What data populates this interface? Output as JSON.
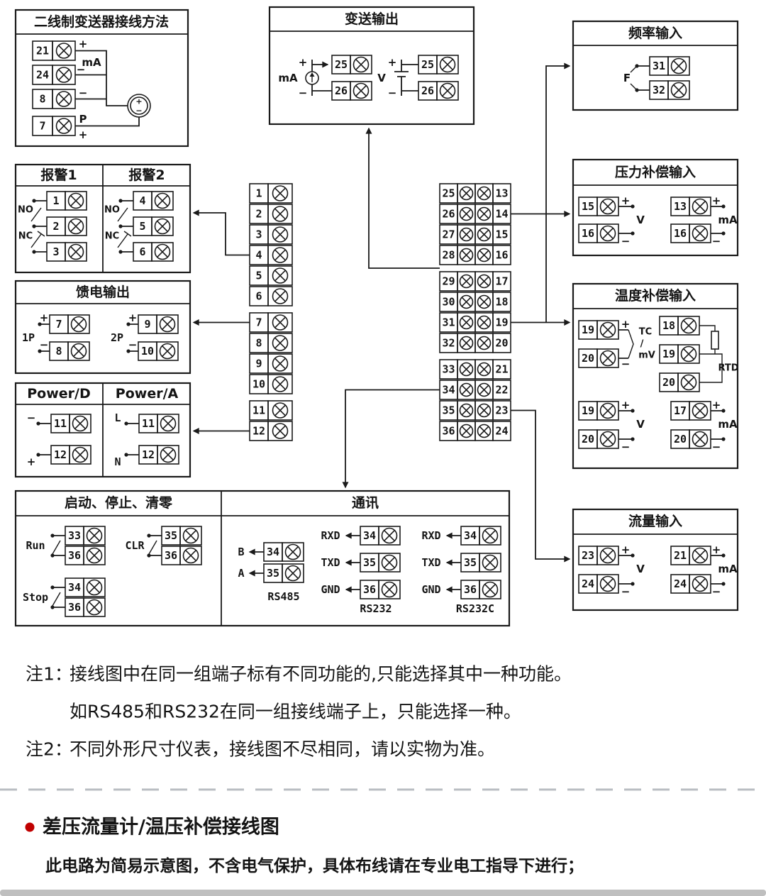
{
  "d": {
    "two_wire": {
      "title": "二线制变送器接线方法",
      "t": [
        "21",
        "24",
        "8",
        "7"
      ],
      "plus1": "+",
      "ma": "mA",
      "minus1": "−",
      "minus2": "−",
      "p_label": "P",
      "plus2": "+",
      "src_plus": "+",
      "src_minus": "−"
    },
    "tx_out": {
      "title": "变送输出",
      "ma": {
        "label": "mA",
        "plus": "+",
        "minus": "−",
        "t": [
          "25",
          "26"
        ]
      },
      "v": {
        "label": "V",
        "plus": "+",
        "minus": "−",
        "t": [
          "25",
          "26"
        ]
      }
    },
    "freq": {
      "title": "频率输入",
      "f": "F",
      "t": [
        "31",
        "32"
      ]
    },
    "alarm1": {
      "title": "报警1",
      "no": "NO",
      "nc": "NC",
      "t": [
        "1",
        "2",
        "3"
      ]
    },
    "alarm2": {
      "title": "报警2",
      "no": "NO",
      "nc": "NC",
      "t": [
        "4",
        "5",
        "6"
      ]
    },
    "feed": {
      "title": "馈电输出",
      "g1": {
        "label": "1P",
        "plus": "+",
        "minus": "−",
        "t": [
          "7",
          "8"
        ]
      },
      "g2": {
        "label": "2P",
        "plus": "+",
        "minus": "−",
        "t": [
          "9",
          "10"
        ]
      }
    },
    "pwr_d": {
      "title": "Power/D",
      "minus": "−",
      "plus": "+",
      "t": [
        "11",
        "12"
      ]
    },
    "pwr_a": {
      "title": "Power/A",
      "l": "L",
      "n": "N",
      "t": [
        "11",
        "12"
      ]
    },
    "blk": {
      "l": [
        "1",
        "2",
        "3",
        "4",
        "5",
        "6",
        "7",
        "8",
        "9",
        "10",
        "11",
        "12"
      ],
      "rl": [
        "25",
        "26",
        "27",
        "28",
        "29",
        "30",
        "31",
        "32",
        "33",
        "34",
        "35",
        "36"
      ],
      "rr": [
        "13",
        "14",
        "15",
        "16",
        "17",
        "18",
        "19",
        "20",
        "21",
        "22",
        "23",
        "24"
      ]
    },
    "press": {
      "title": "压力补偿输入",
      "v": {
        "label": "V",
        "plus": "+",
        "minus": "−",
        "t": [
          "15",
          "16"
        ]
      },
      "ma": {
        "label": "mA",
        "plus": "+",
        "minus": "−",
        "t": [
          "13",
          "16"
        ]
      }
    },
    "temp": {
      "title": "温度补偿输入",
      "tc": {
        "l1": "TC",
        "l2": "/",
        "l3": "mV",
        "plus": "+",
        "minus": "−",
        "t": [
          "19",
          "20"
        ]
      },
      "rtd": {
        "label": "RTD",
        "t": [
          "18",
          "19",
          "20"
        ]
      },
      "v": {
        "label": "V",
        "plus": "+",
        "minus": "−",
        "t": [
          "19",
          "20"
        ]
      },
      "ma": {
        "label": "mA",
        "plus": "+",
        "minus": "−",
        "t": [
          "17",
          "20"
        ]
      }
    },
    "flow": {
      "title": "流量输入",
      "v": {
        "label": "V",
        "plus": "+",
        "minus": "−",
        "t": [
          "23",
          "24"
        ]
      },
      "ma": {
        "label": "mA",
        "plus": "+",
        "minus": "−",
        "t": [
          "21",
          "24"
        ]
      }
    },
    "ctl": {
      "title": "启动、停止、清零",
      "run": {
        "label": "Run",
        "t": [
          "33",
          "36"
        ]
      },
      "clr": {
        "label": "CLR",
        "t": [
          "35",
          "36"
        ]
      },
      "stop": {
        "label": "Stop",
        "t": [
          "34",
          "36"
        ]
      }
    },
    "comm": {
      "title": "通讯",
      "rs485": {
        "label": "RS485",
        "b": "B",
        "a": "A",
        "t": [
          "34",
          "35"
        ]
      },
      "rs232": {
        "label": "RS232",
        "rxd": "RXD",
        "txd": "TXD",
        "gnd": "GND",
        "t": [
          "34",
          "35",
          "36"
        ]
      },
      "rs232c": {
        "label": "RS232C",
        "rxd": "RXD",
        "txd": "TXD",
        "gnd": "GND",
        "t": [
          "34",
          "35",
          "36"
        ]
      }
    }
  },
  "notes": {
    "n1_label": "注1：",
    "n1_text": "接线图中在同一组端子标有不同功能的,只能选择其中一种功能。",
    "n1_text2": "如RS485和RS232在同一组接线端子上，只能选择一种。",
    "n2_label": "注2：",
    "n2_text": "不同外形尺寸仪表，接线图不尽相同，请以实物为准。"
  },
  "footer": {
    "bullet_color": "#c00000",
    "heading": "差压流量计/温压补偿接线图",
    "subheading": "此电路为简易示意图，不含电气保护，具体布线请在专业电工指导下进行；"
  }
}
